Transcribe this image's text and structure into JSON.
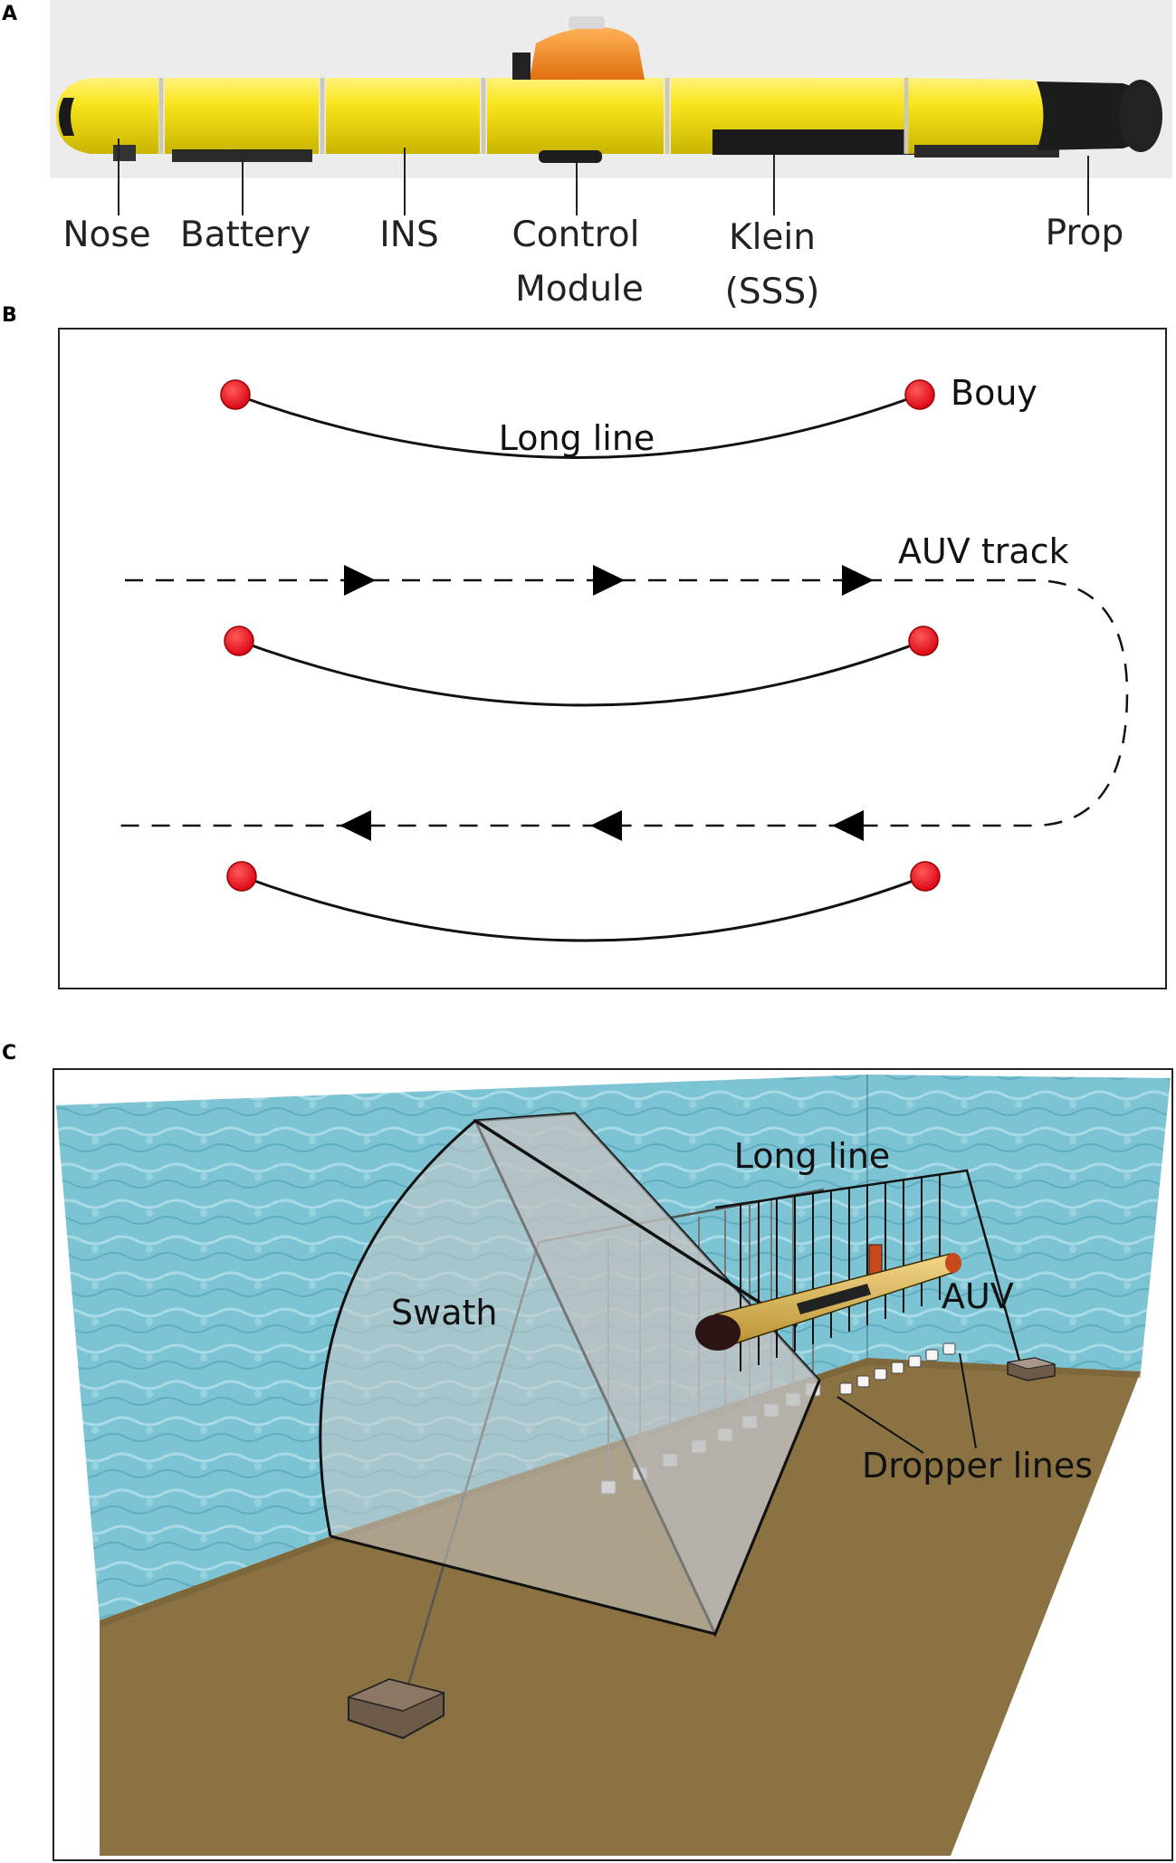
{
  "panels": {
    "a": {
      "letter": "A",
      "labels": {
        "nose": "Nose",
        "battery": "Battery",
        "ins": "INS",
        "control_line1": "Control",
        "control_line2": "Module",
        "klein_line1": "Klein",
        "klein_line2": "(SSS)",
        "prop": "Prop"
      }
    },
    "b": {
      "letter": "B",
      "labels": {
        "bouy": "Bouy",
        "long_line": "Long line",
        "auv_track": "AUV track"
      }
    },
    "c": {
      "letter": "C",
      "labels": {
        "long_line": "Long line",
        "swath": "Swath",
        "auv": "AUV",
        "dropper_lines": "Dropper lines"
      }
    }
  },
  "colors": {
    "auv_body": "#f5e31a",
    "auv_dark": "#1a1a1a",
    "control_dome": "#f08a1c",
    "buoy": "#e8141b",
    "water": "#7cc4d4",
    "seabed": "#8a7242",
    "swath": "#a9a9a9",
    "auv3d_body": "#e6c35a"
  }
}
